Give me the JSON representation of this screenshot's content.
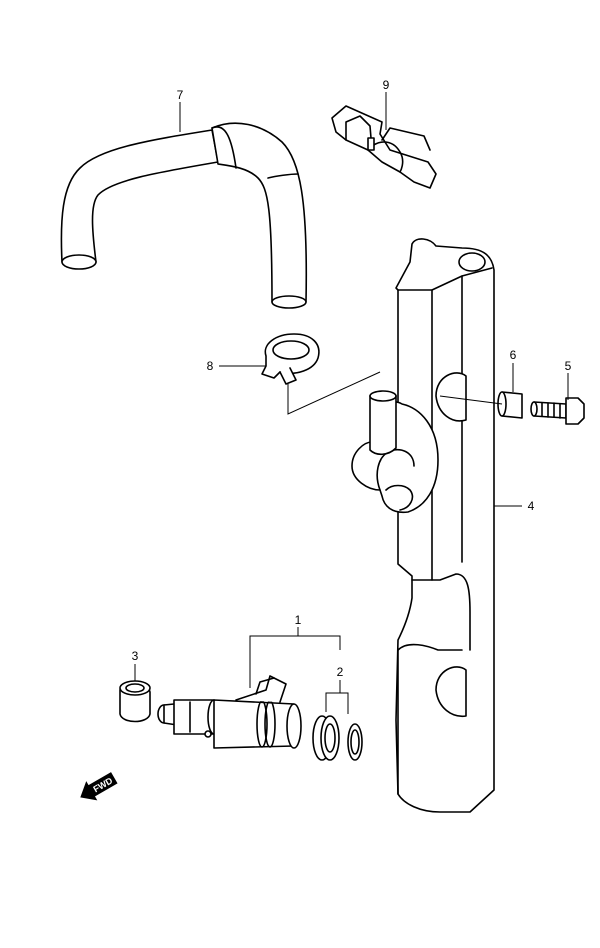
{
  "callouts": [
    {
      "id": "1",
      "label": "1"
    },
    {
      "id": "2",
      "label": "2"
    },
    {
      "id": "3",
      "label": "3"
    },
    {
      "id": "4",
      "label": "4"
    },
    {
      "id": "5",
      "label": "5"
    },
    {
      "id": "6",
      "label": "6"
    },
    {
      "id": "7",
      "label": "7"
    },
    {
      "id": "8",
      "label": "8"
    },
    {
      "id": "9",
      "label": "9"
    }
  ],
  "direction_marker": {
    "label": "FWD"
  }
}
